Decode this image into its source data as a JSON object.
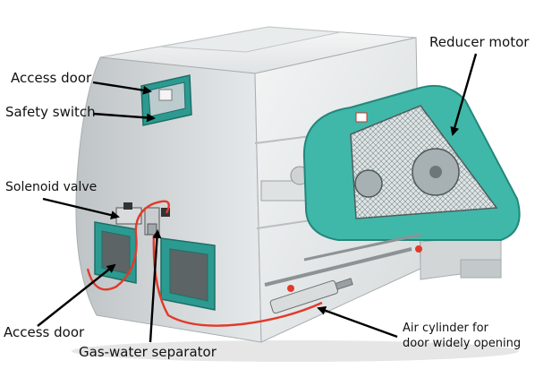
{
  "labels": {
    "access_door_top": "Access door",
    "safety_switch": "Safety switch",
    "solenoid_valve": "Solenoid valve",
    "access_door_bottom": "Access door",
    "gas_water_separator": "Gas-water separator",
    "reducer_motor": "Reducer motor",
    "air_cylinder_line1": "Air cylinder for",
    "air_cylinder_line2": "door widely opening"
  },
  "colors": {
    "body_light": "#eef0f0",
    "body_shade": "#c9cdcf",
    "guard_teal": "#3fb8a9",
    "door_teal": "#2c9a90",
    "hose_red": "#e23a2a",
    "arrow": "#000000"
  }
}
